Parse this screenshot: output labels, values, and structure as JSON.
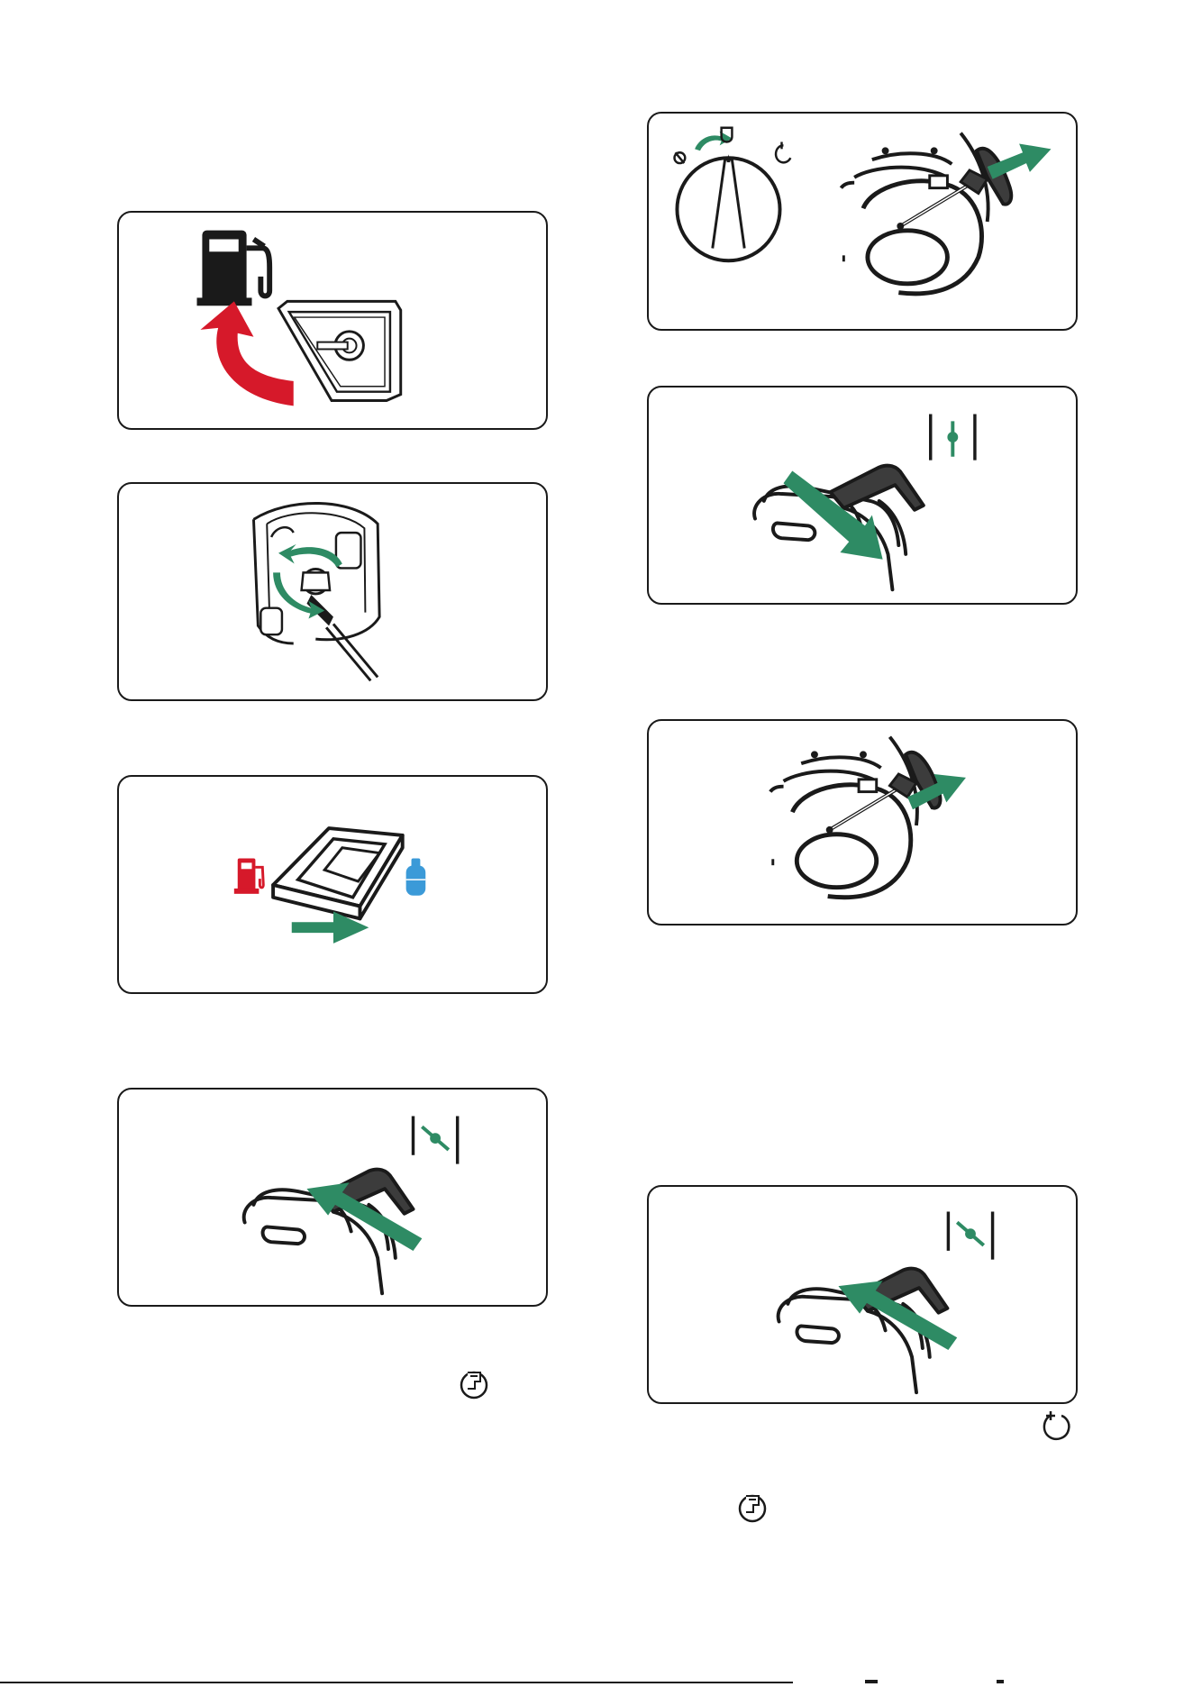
{
  "colors": {
    "green": "#2e8b64",
    "red": "#d6192a",
    "blue": "#3b9ad8",
    "ink": "#1a1a1a",
    "grey": "#3c3c3c"
  },
  "panels": [
    {
      "id": "fuel-flap",
      "icons": [
        "fuel-pump-icon",
        "curved-arrow-icon",
        "fuel-flap-icon"
      ]
    },
    {
      "id": "gas-connector",
      "icons": [
        "lpg-connector-icon",
        "rotate-arrow-icon"
      ]
    },
    {
      "id": "fuel-switch",
      "icons": [
        "petrol-pump-icon",
        "rocker-switch-icon",
        "lpg-cylinder-icon",
        "right-arrow-icon"
      ]
    },
    {
      "id": "choke-lever-close",
      "icons": [
        "throttle-lever-icon",
        "choke-closed-icon",
        "arrow-up-left-icon"
      ]
    },
    {
      "id": "engine-switch-start",
      "icons": [
        "engine-knob-icon",
        "recoil-start-icon",
        "arrow-out-icon"
      ]
    },
    {
      "id": "choke-lever-open",
      "icons": [
        "throttle-lever-icon",
        "choke-open-icon",
        "arrow-down-right-icon"
      ]
    },
    {
      "id": "recoil-pull",
      "icons": [
        "recoil-start-icon",
        "arrow-out-icon"
      ]
    },
    {
      "id": "choke-lever-close-2",
      "icons": [
        "throttle-lever-icon",
        "choke-closed-icon",
        "arrow-up-left-icon"
      ]
    }
  ],
  "inline_icons": [
    "engine-start-symbol-icon",
    "engine-run-symbol-icon",
    "engine-start-symbol-icon"
  ]
}
